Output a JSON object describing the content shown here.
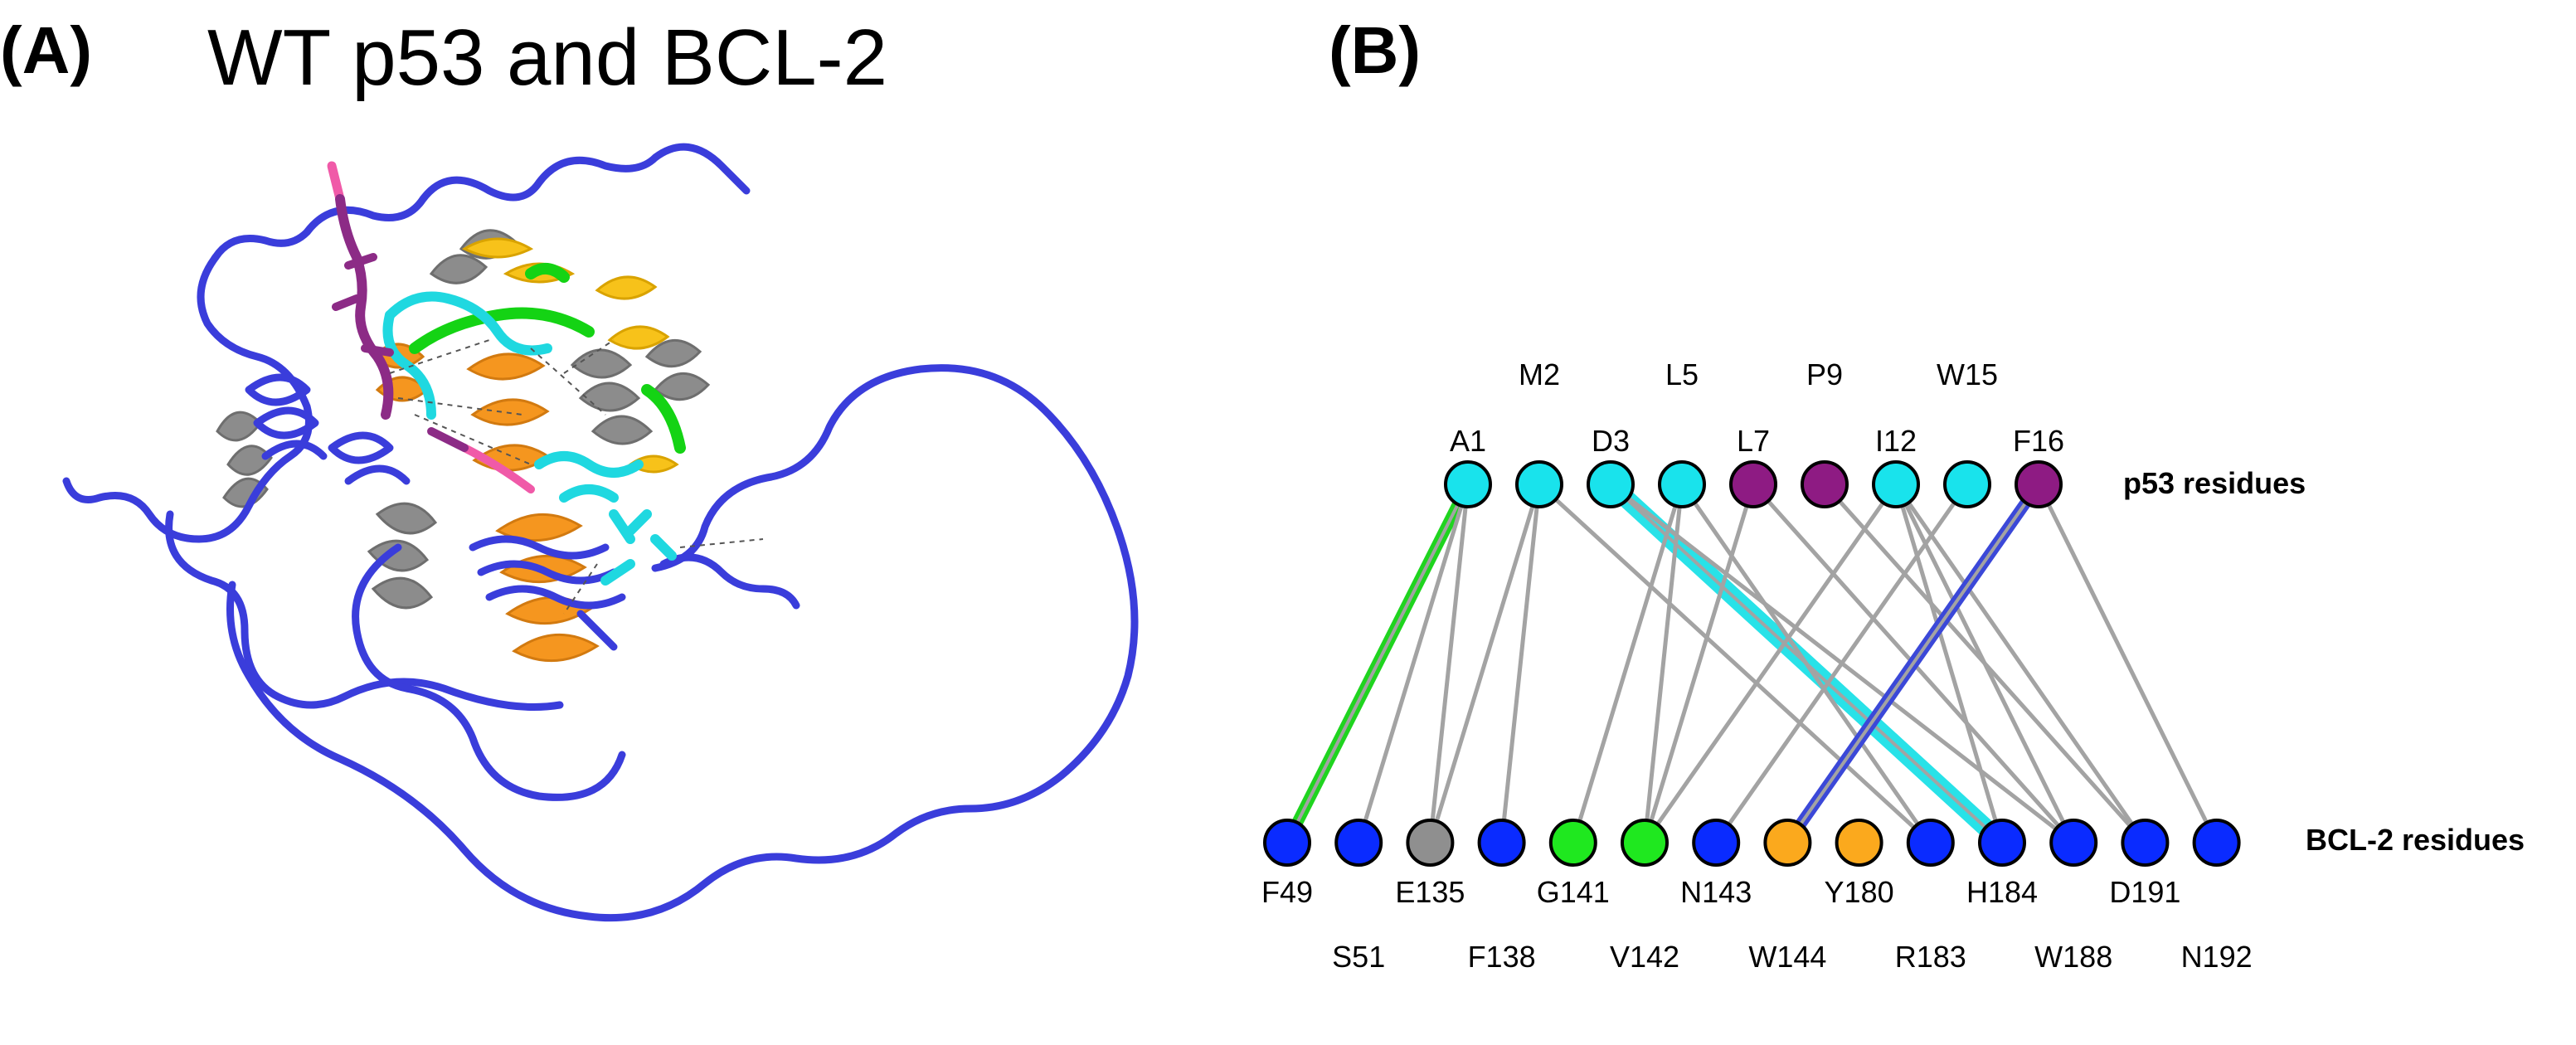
{
  "panel_a": {
    "label": "(A)",
    "title": "WT p53 and BCL-2",
    "structure": {
      "colors": {
        "bcl2_backbone": "#3a3ddb",
        "helix_gray": "#8c8c8c",
        "helix_orange": "#f5961f",
        "helix_gold": "#f7c21a",
        "segment_green": "#14d314",
        "p53_cyan": "#1fd8e0",
        "p53_purple": "#8c2b86",
        "p53_pink": "#f05aa8",
        "contact_dash": "#555555"
      }
    }
  },
  "panel_b": {
    "label": "(B)",
    "top_group_label": "p53 residues",
    "bottom_group_label": "BCL-2 residues",
    "colors": {
      "cyan": "#19e3ec",
      "purple": "#8e1b83",
      "blue": "#0a2bff",
      "gray": "#8f8f8f",
      "green": "#1fe81f",
      "orange": "#fba91d",
      "line_gray": "#a3a3a3",
      "highlight_cyan": "#28e2e8",
      "highlight_blue": "#3b48d8",
      "highlight_green": "#1fd41f"
    },
    "p53_residues": [
      {
        "name": "A1",
        "color": "cyan",
        "row": "lower"
      },
      {
        "name": "M2",
        "color": "cyan",
        "row": "upper"
      },
      {
        "name": "D3",
        "color": "cyan",
        "row": "lower"
      },
      {
        "name": "L5",
        "color": "cyan",
        "row": "upper"
      },
      {
        "name": "L7",
        "color": "purple",
        "row": "lower"
      },
      {
        "name": "P9",
        "color": "purple",
        "row": "upper"
      },
      {
        "name": "I12",
        "color": "cyan",
        "row": "lower"
      },
      {
        "name": "W15",
        "color": "cyan",
        "row": "upper"
      },
      {
        "name": "F16",
        "color": "purple",
        "row": "lower"
      }
    ],
    "bcl2_residues": [
      {
        "name": "F49",
        "color": "blue",
        "row": "upper"
      },
      {
        "name": "S51",
        "color": "blue",
        "row": "lower"
      },
      {
        "name": "E135",
        "color": "gray",
        "row": "upper"
      },
      {
        "name": "F138",
        "color": "blue",
        "row": "lower"
      },
      {
        "name": "G141",
        "color": "green",
        "row": "upper"
      },
      {
        "name": "V142",
        "color": "green",
        "row": "lower"
      },
      {
        "name": "N143",
        "color": "blue",
        "row": "upper"
      },
      {
        "name": "W144",
        "color": "orange",
        "row": "lower"
      },
      {
        "name": "Y180",
        "color": "orange",
        "row": "upper"
      },
      {
        "name": "R183",
        "color": "blue",
        "row": "lower"
      },
      {
        "name": "H184",
        "color": "blue",
        "row": "upper"
      },
      {
        "name": "W188",
        "color": "blue",
        "row": "lower"
      },
      {
        "name": "D191",
        "color": "blue",
        "row": "upper"
      },
      {
        "name": "N192",
        "color": "blue",
        "row": "lower"
      }
    ],
    "contacts": [
      {
        "p53": "A1",
        "bcl2": "F49",
        "style": "highlight_green"
      },
      {
        "p53": "A1",
        "bcl2": "S51",
        "style": "gray"
      },
      {
        "p53": "A1",
        "bcl2": "E135",
        "style": "gray"
      },
      {
        "p53": "M2",
        "bcl2": "E135",
        "style": "gray"
      },
      {
        "p53": "M2",
        "bcl2": "F138",
        "style": "gray"
      },
      {
        "p53": "M2",
        "bcl2": "R183",
        "style": "gray"
      },
      {
        "p53": "D3",
        "bcl2": "H184",
        "style": "highlight_cyan"
      },
      {
        "p53": "D3",
        "bcl2": "W188",
        "style": "gray"
      },
      {
        "p53": "L5",
        "bcl2": "G141",
        "style": "gray"
      },
      {
        "p53": "L5",
        "bcl2": "V142",
        "style": "gray"
      },
      {
        "p53": "L5",
        "bcl2": "R183",
        "style": "gray"
      },
      {
        "p53": "L7",
        "bcl2": "V142",
        "style": "gray"
      },
      {
        "p53": "L7",
        "bcl2": "W188",
        "style": "gray"
      },
      {
        "p53": "P9",
        "bcl2": "D191",
        "style": "gray"
      },
      {
        "p53": "I12",
        "bcl2": "V142",
        "style": "gray"
      },
      {
        "p53": "I12",
        "bcl2": "H184",
        "style": "gray"
      },
      {
        "p53": "I12",
        "bcl2": "W188",
        "style": "gray"
      },
      {
        "p53": "I12",
        "bcl2": "D191",
        "style": "gray"
      },
      {
        "p53": "W15",
        "bcl2": "N143",
        "style": "gray"
      },
      {
        "p53": "F16",
        "bcl2": "W144",
        "style": "highlight_blue"
      },
      {
        "p53": "F16",
        "bcl2": "N192",
        "style": "gray"
      }
    ]
  }
}
